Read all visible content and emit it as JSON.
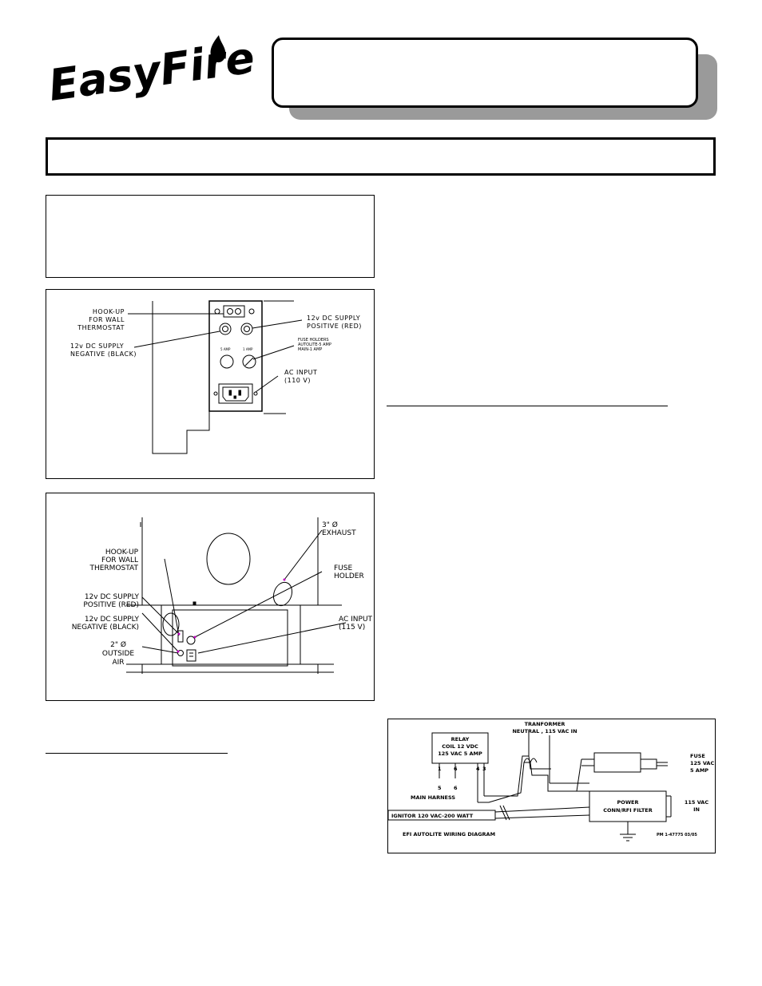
{
  "logo": {
    "text": "EasyFire"
  },
  "figure1": {
    "callouts": {
      "hookup": [
        "HOOK-UP",
        "FOR WALL",
        "THERMOSTAT"
      ],
      "negative": [
        "12v DC SUPPLY",
        "NEGATIVE (BLACK)"
      ],
      "positive": [
        "12v DC SUPPLY",
        "POSITIVE (RED)"
      ],
      "fuse": [
        "FUSE HOLDERS",
        "AUTOLITE-5 AMP",
        "MAIN-1 AMP"
      ],
      "ac": [
        "AC INPUT",
        "(110 V)"
      ]
    },
    "fuse_labels": [
      "5 AMP",
      "1 AMP"
    ]
  },
  "figure2": {
    "callouts": {
      "exhaust": [
        "3\" Ø",
        "EXHAUST"
      ],
      "fuse": [
        "FUSE",
        "HOLDER"
      ],
      "hookup": [
        "HOOK-UP",
        "FOR WALL",
        "THERMOSTAT"
      ],
      "positive": [
        "12v DC SUPPLY",
        "POSITIVE (RED)"
      ],
      "negative": [
        "12v DC SUPPLY",
        "NEGATIVE (BLACK)"
      ],
      "ac": [
        "AC INPUT",
        "(115 V)"
      ],
      "outside": [
        "2\" Ø",
        "OUTSIDE",
        "AIR"
      ]
    }
  },
  "wiring": {
    "relay": [
      "RELAY",
      "COIL 12 VDC",
      "125 VAC 5 AMP"
    ],
    "pins": [
      "1",
      "6",
      "4",
      "3"
    ],
    "pin_sub": [
      "5",
      "6"
    ],
    "transformer": [
      "TRANFORMER",
      "NEUTRAL , 115 VAC IN"
    ],
    "fuse": [
      "FUSE",
      "125 VAC",
      "5 AMP"
    ],
    "power": [
      "POWER",
      "CONN/RFI FILTER"
    ],
    "vac_in": [
      "115 VAC",
      "IN"
    ],
    "main_harness": "MAIN HARNESS",
    "ignitor": "IGNITOR 120 VAC-200 WATT",
    "diagram_title": "EFI AUTOLITE WIRING DIAGRAM",
    "part_no": "PM 1-47775 03/05"
  }
}
